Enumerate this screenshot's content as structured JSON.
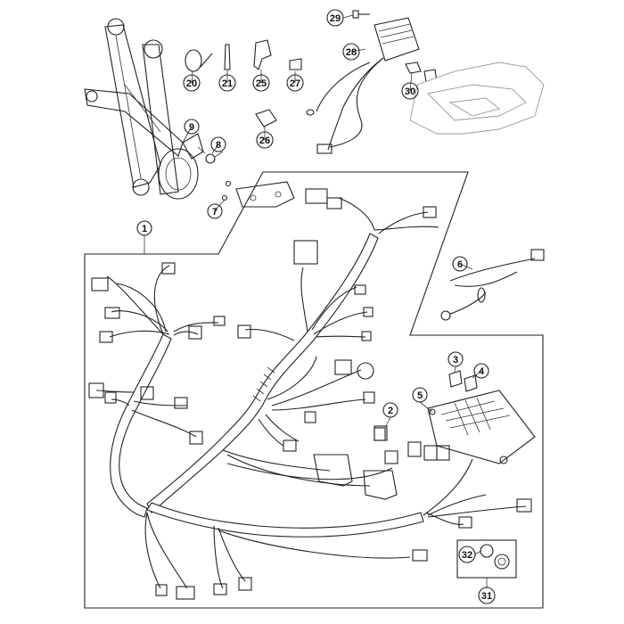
{
  "diagram": {
    "callouts": [
      {
        "id": "c1",
        "label": "1"
      },
      {
        "id": "c2",
        "label": "2"
      },
      {
        "id": "c3",
        "label": "3"
      },
      {
        "id": "c4",
        "label": "4"
      },
      {
        "id": "c5",
        "label": "5"
      },
      {
        "id": "c6",
        "label": "6"
      },
      {
        "id": "c7",
        "label": "7"
      },
      {
        "id": "c8",
        "label": "8"
      },
      {
        "id": "c9",
        "label": "9"
      },
      {
        "id": "c20",
        "label": "20"
      },
      {
        "id": "c21",
        "label": "21"
      },
      {
        "id": "c25",
        "label": "25"
      },
      {
        "id": "c26",
        "label": "26"
      },
      {
        "id": "c27",
        "label": "27"
      },
      {
        "id": "c28",
        "label": "28"
      },
      {
        "id": "c29",
        "label": "29"
      },
      {
        "id": "c30",
        "label": "30"
      },
      {
        "id": "c31",
        "label": "31"
      },
      {
        "id": "c32",
        "label": "32"
      }
    ]
  }
}
